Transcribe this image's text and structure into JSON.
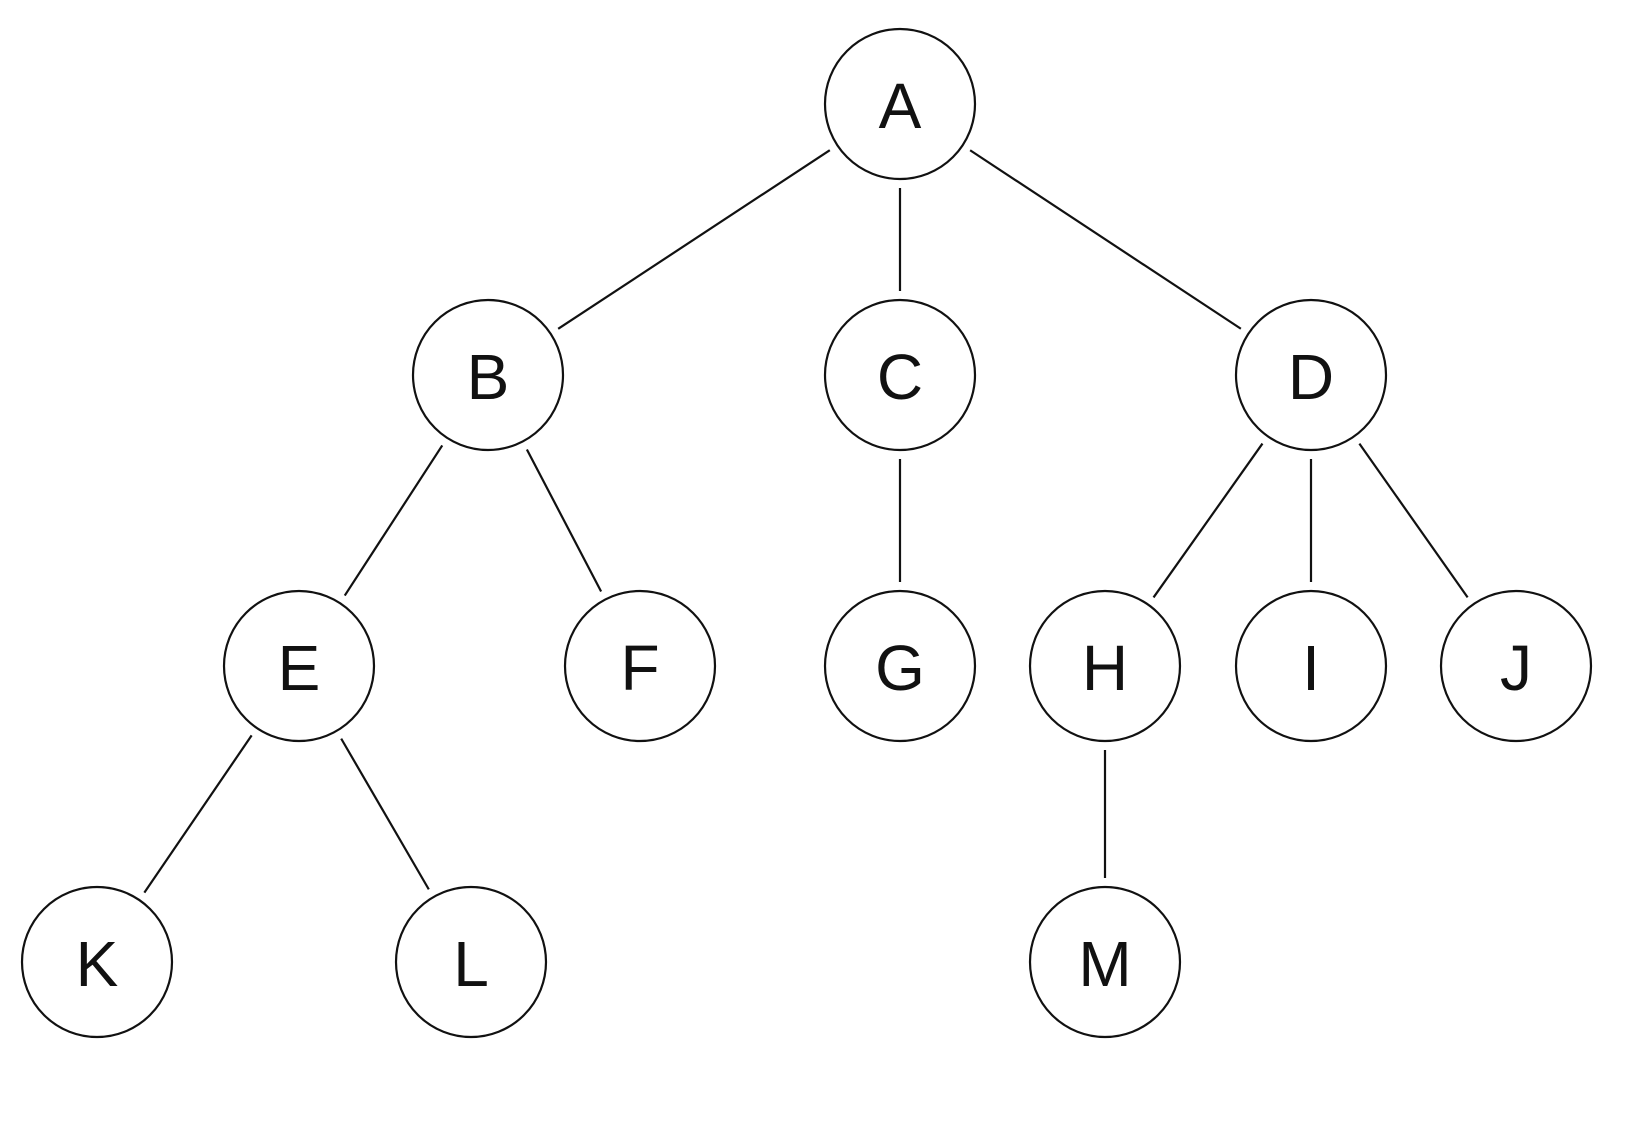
{
  "tree": {
    "nodes": [
      {
        "id": "A",
        "label": "A"
      },
      {
        "id": "B",
        "label": "B"
      },
      {
        "id": "C",
        "label": "C"
      },
      {
        "id": "D",
        "label": "D"
      },
      {
        "id": "E",
        "label": "E"
      },
      {
        "id": "F",
        "label": "F"
      },
      {
        "id": "G",
        "label": "G"
      },
      {
        "id": "H",
        "label": "H"
      },
      {
        "id": "I",
        "label": "I"
      },
      {
        "id": "J",
        "label": "J"
      },
      {
        "id": "K",
        "label": "K"
      },
      {
        "id": "L",
        "label": "L"
      },
      {
        "id": "M",
        "label": "M"
      }
    ],
    "edges": [
      [
        "A",
        "B"
      ],
      [
        "A",
        "C"
      ],
      [
        "A",
        "D"
      ],
      [
        "B",
        "E"
      ],
      [
        "B",
        "F"
      ],
      [
        "C",
        "G"
      ],
      [
        "D",
        "H"
      ],
      [
        "D",
        "I"
      ],
      [
        "D",
        "J"
      ],
      [
        "E",
        "K"
      ],
      [
        "E",
        "L"
      ],
      [
        "H",
        "M"
      ]
    ]
  },
  "colors": {
    "stroke": "#111111",
    "fill": "#ffffff",
    "background": "#ffffff"
  }
}
